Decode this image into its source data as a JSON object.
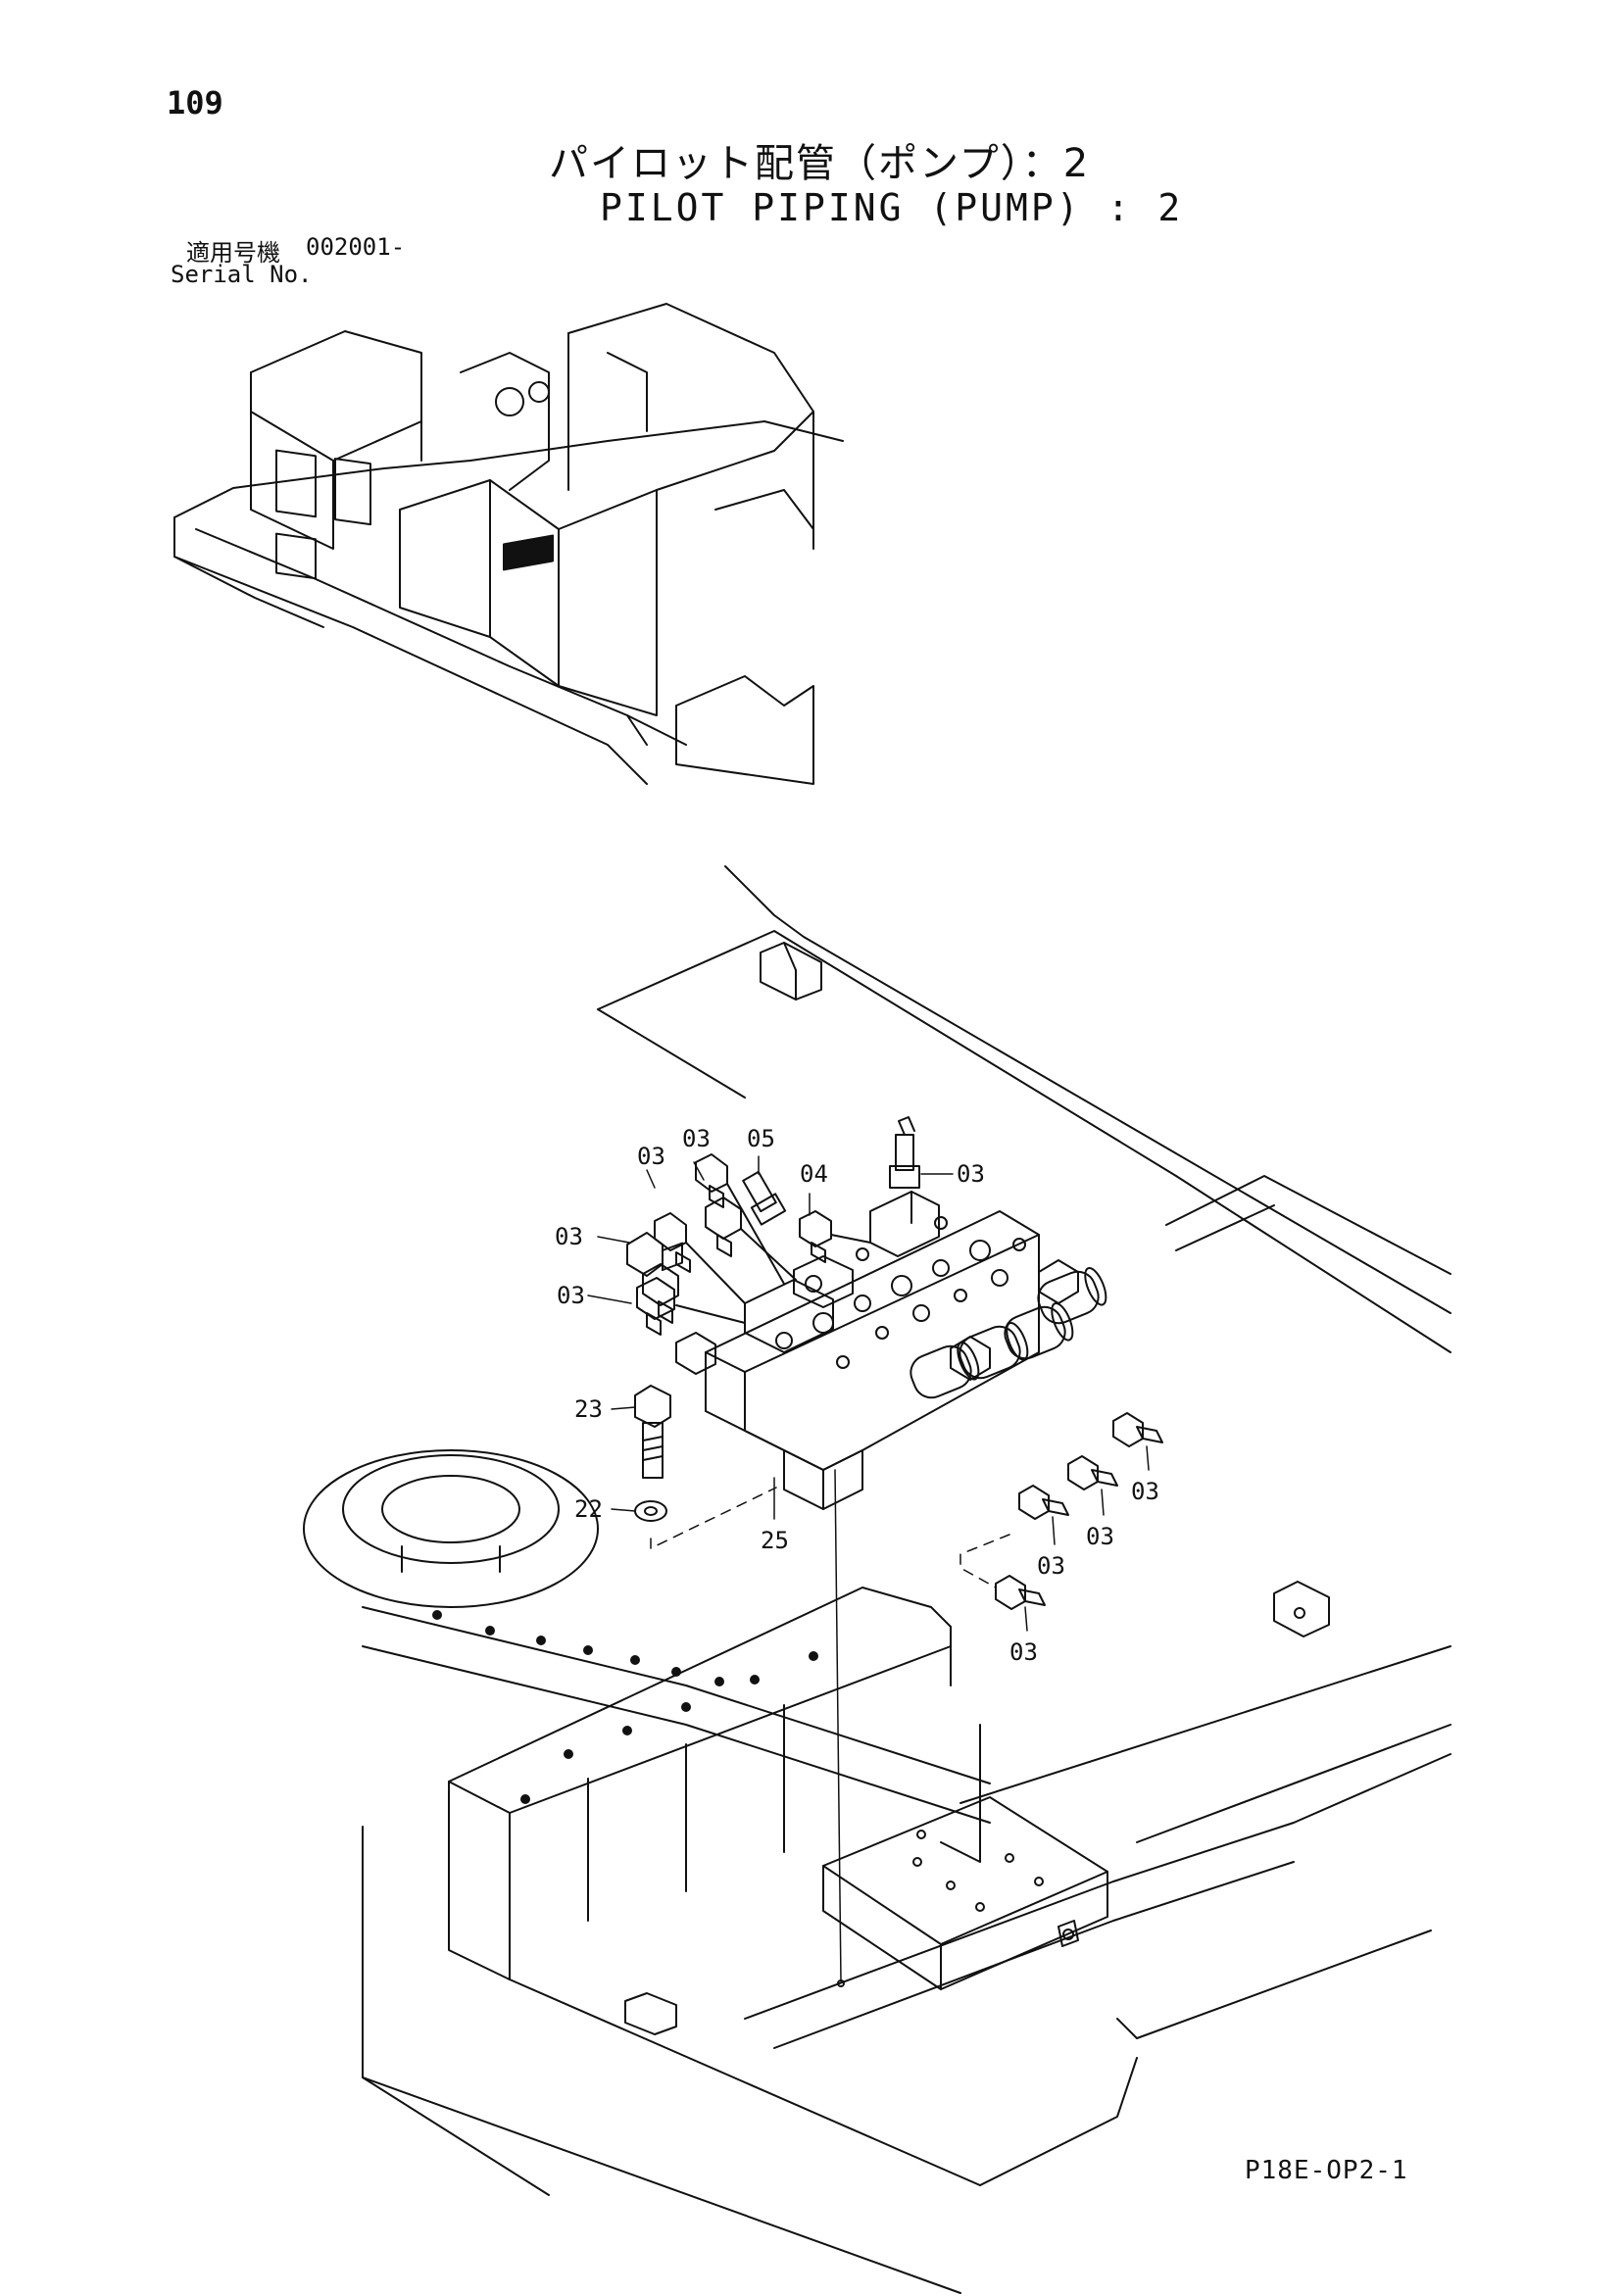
{
  "page": {
    "number": "109",
    "code": "P18E-OP2-1"
  },
  "title": {
    "japanese": "パイロット配管（ポンプ）：2",
    "english": "PILOT PIPING (PUMP) : 2"
  },
  "serial": {
    "label_jp": "適用号機",
    "value": "002001-",
    "label_en": "Serial No."
  },
  "callouts": [
    {
      "id": "03"
    },
    {
      "id": "03"
    },
    {
      "id": "05"
    },
    {
      "id": "04"
    },
    {
      "id": "03"
    },
    {
      "id": "03"
    },
    {
      "id": "03"
    },
    {
      "id": "23"
    },
    {
      "id": "22"
    },
    {
      "id": "25"
    },
    {
      "id": "03"
    },
    {
      "id": "03"
    },
    {
      "id": "03"
    },
    {
      "id": "03"
    }
  ]
}
